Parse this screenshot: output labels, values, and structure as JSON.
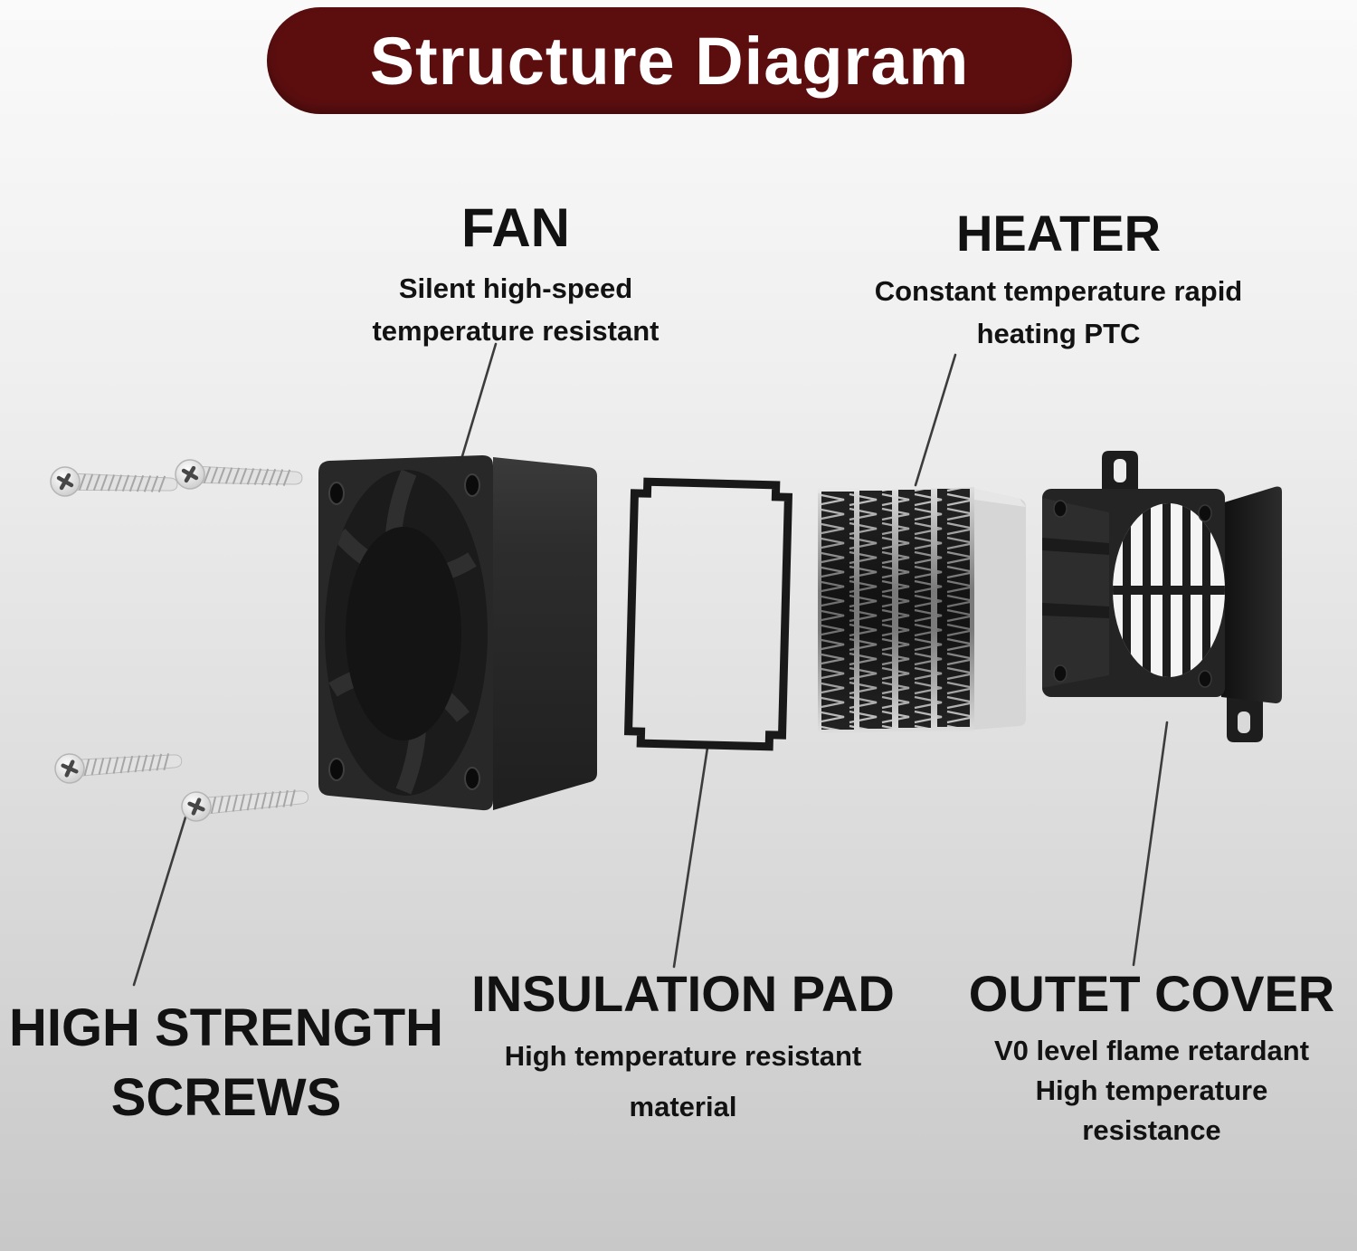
{
  "title": {
    "text": "Structure Diagram"
  },
  "labels": {
    "fan": {
      "name": "FAN",
      "desc": "Silent high-speed\ntemperature resistant"
    },
    "heater": {
      "name": "HEATER",
      "desc": "Constant temperature rapid\nheating PTC"
    },
    "screws": {
      "name": "HIGH STRENGTH\nSCREWS"
    },
    "insulation_pad": {
      "name": "INSULATION PAD",
      "desc": "High temperature resistant\nmaterial"
    },
    "outlet_cover": {
      "name": "OUTET COVER",
      "desc": "V0 level flame retardant\nHigh temperature\nresistance"
    }
  },
  "colors": {
    "banner": "#5c0e0f",
    "title_text": "#ffffff",
    "label_text": "#121212",
    "background_top": "#fafafa",
    "background_bottom": "#c8c8c8",
    "leader_line": "#3c3c3c",
    "part_black": "#262626",
    "heater_fin_light": "#c9c9c9",
    "screw_metal": "#e2e2e2"
  }
}
